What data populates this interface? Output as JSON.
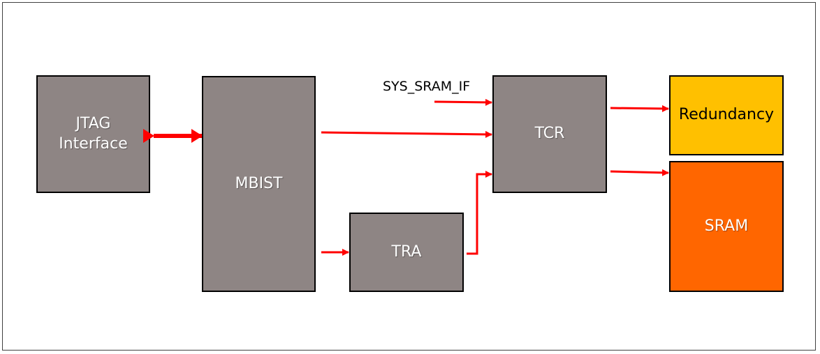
{
  "diagram": {
    "blocks": {
      "jtag": {
        "label": "JTAG\nInterface",
        "color": "#8e8584"
      },
      "mbist": {
        "label": "MBIST",
        "color": "#8e8584"
      },
      "tra": {
        "label": "TRA",
        "color": "#8e8584"
      },
      "tcr": {
        "label": "TCR",
        "color": "#8e8584"
      },
      "redundancy": {
        "label": "Redundancy",
        "color": "#ffc000",
        "text_color": "#000000"
      },
      "sram": {
        "label": "SRAM",
        "color": "#ff6600"
      }
    },
    "signal_label": "SYS_SRAM_IF",
    "arrow_color": "#ff0000"
  }
}
